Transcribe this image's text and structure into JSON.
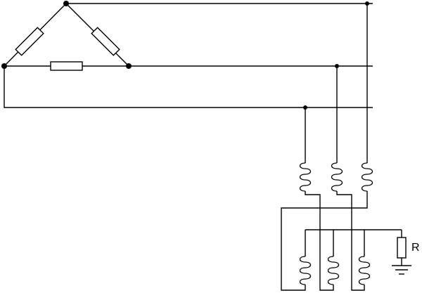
{
  "diagram": {
    "labels": {
      "ground_resistor": "R"
    },
    "colors": {
      "line": "#000000",
      "background": "#ffffff"
    },
    "components": [
      {
        "kind": "resistor",
        "name": "delta-left-resistor"
      },
      {
        "kind": "resistor",
        "name": "delta-right-resistor"
      },
      {
        "kind": "resistor",
        "name": "delta-bottom-resistor"
      },
      {
        "kind": "resistor",
        "name": "ground-resistor",
        "label": "R"
      },
      {
        "kind": "inductor",
        "name": "primary-coil-1"
      },
      {
        "kind": "inductor",
        "name": "primary-coil-2"
      },
      {
        "kind": "inductor",
        "name": "primary-coil-3"
      },
      {
        "kind": "inductor",
        "name": "secondary-coil-1"
      },
      {
        "kind": "inductor",
        "name": "secondary-coil-2"
      },
      {
        "kind": "inductor",
        "name": "secondary-coil-3"
      },
      {
        "kind": "ground",
        "name": "ground-symbol"
      }
    ]
  }
}
